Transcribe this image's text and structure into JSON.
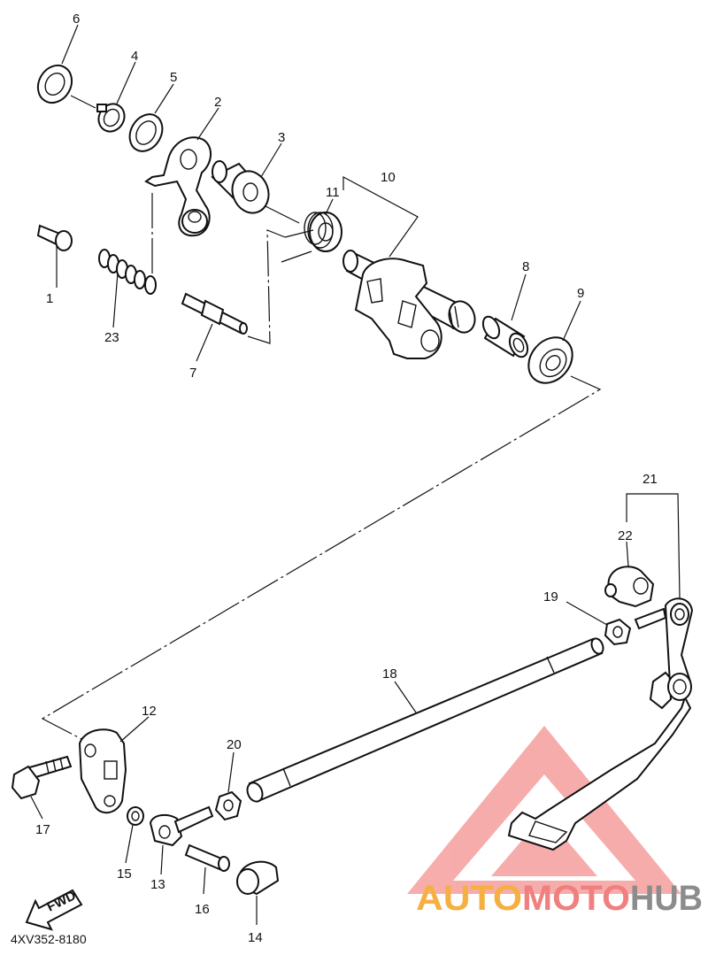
{
  "parts": [
    {
      "id": "1",
      "label": "1"
    },
    {
      "id": "2",
      "label": "2"
    },
    {
      "id": "3",
      "label": "3"
    },
    {
      "id": "4",
      "label": "4"
    },
    {
      "id": "5",
      "label": "5"
    },
    {
      "id": "6",
      "label": "6"
    },
    {
      "id": "7",
      "label": "7"
    },
    {
      "id": "8",
      "label": "8"
    },
    {
      "id": "9",
      "label": "9"
    },
    {
      "id": "10",
      "label": "10"
    },
    {
      "id": "11",
      "label": "11"
    },
    {
      "id": "12",
      "label": "12"
    },
    {
      "id": "13",
      "label": "13"
    },
    {
      "id": "14",
      "label": "14"
    },
    {
      "id": "15",
      "label": "15"
    },
    {
      "id": "16",
      "label": "16"
    },
    {
      "id": "17",
      "label": "17"
    },
    {
      "id": "18",
      "label": "18"
    },
    {
      "id": "19",
      "label": "19"
    },
    {
      "id": "20",
      "label": "20"
    },
    {
      "id": "21",
      "label": "21"
    },
    {
      "id": "22",
      "label": "22"
    },
    {
      "id": "23",
      "label": "23"
    }
  ],
  "diagram_code": "4XV352-8180",
  "fwd_label": "FWD",
  "watermark": {
    "part1": "AUTO",
    "part2": "MOTO",
    "part3": "HUB",
    "color1": "#f5b041",
    "color2": "#f08080",
    "color3": "#8c8c8c"
  }
}
